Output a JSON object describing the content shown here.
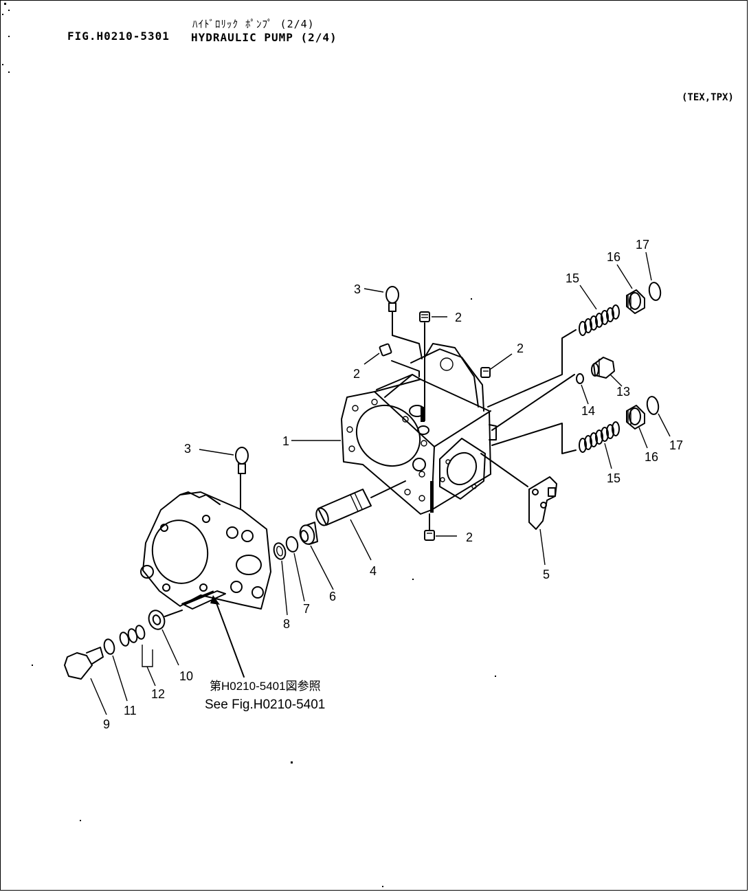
{
  "header": {
    "title_jp": "ﾊｲﾄﾞﾛﾘｯｸ ﾎﾟﾝﾌﾟ (2/4)",
    "figure_id": "FIG.H0210-5301",
    "title_en": "HYDRAULIC PUMP (2/4)",
    "variant": "(TEX,TPX)"
  },
  "reference": {
    "jp": "第H0210-5401図参照",
    "en": "See Fig.H0210-5401"
  },
  "callouts": {
    "c1": "1",
    "c2a": "2",
    "c2b": "2",
    "c2c": "2",
    "c2d": "2",
    "c3a": "3",
    "c3b": "3",
    "c4": "4",
    "c5": "5",
    "c6": "6",
    "c7": "7",
    "c8": "8",
    "c9": "9",
    "c10": "10",
    "c11": "11",
    "c12": "12",
    "c13": "13",
    "c14": "14",
    "c15a": "15",
    "c15b": "15",
    "c16a": "16",
    "c16b": "16",
    "c17a": "17",
    "c17b": "17"
  }
}
